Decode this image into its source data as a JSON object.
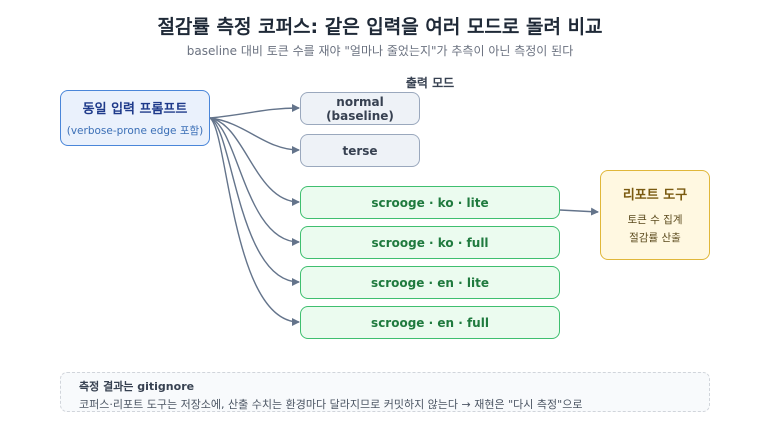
{
  "header": {
    "title": "절감률 측정 코퍼스: 같은 입력을 여러 모드로 돌려 비교",
    "subtitle": "baseline 대비 토큰 수를 재야 \"얼마나 줄었는지\"가 추측이 아닌 측정이 된다"
  },
  "source": {
    "title": "동일 입력 프롬프트",
    "subtitle": "(verbose-prone edge 포함)"
  },
  "modes": {
    "caption": "출력 모드",
    "items": [
      {
        "label": "normal (baseline)"
      },
      {
        "label": "terse"
      },
      {
        "label": "scrooge · ko · lite"
      },
      {
        "label": "scrooge · ko · full"
      },
      {
        "label": "scrooge · en · lite"
      },
      {
        "label": "scrooge · en · full"
      }
    ]
  },
  "report": {
    "title": "리포트 도구",
    "line1": "토큰 수 집계",
    "line2": "절감률 산출"
  },
  "note": {
    "title": "측정 결과는 gitignore",
    "text": "코퍼스·리포트 도구는 저장소에, 산출 수치는 환경마다 달라지므로 커밋하지 않는다 → 재현은 \"다시 측정\"으로"
  },
  "colors": {
    "edge": "#64748b",
    "source_border": "#4a86d9",
    "mode_border": "#9aa8bd",
    "scrooge_border": "#3fbf6f",
    "report_border": "#e0b73a"
  }
}
